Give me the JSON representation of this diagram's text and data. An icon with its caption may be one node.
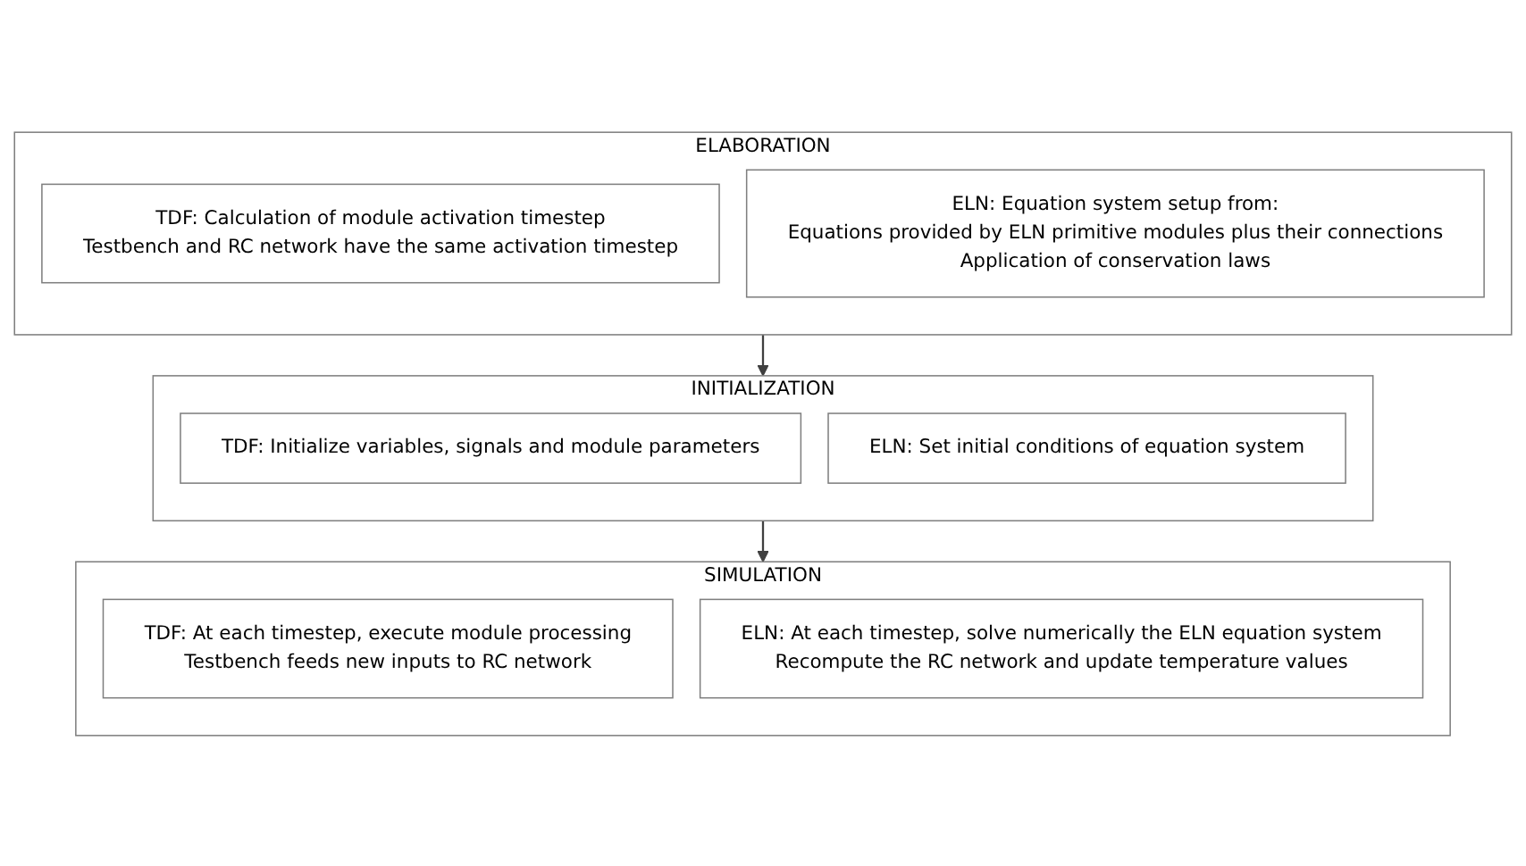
{
  "diagram": {
    "nodes": [
      {
        "text": [
          "ELABORATION"
        ]
      },
      {
        "text": [
          "TDF: Calculation of module activation timestep",
          "Testbench and RC network have the same activation timestep"
        ],
        "in": 0
      },
      {
        "text": [
          "ELN: Equation system setup from:",
          "Equations provided by ELN primitive modules plus their connections",
          "Application of conservation laws"
        ],
        "in": 0
      },
      {
        "text": [
          "INITIALIZATION"
        ]
      },
      {
        "text": [
          "TDF: Initialize variables, signals and module parameters"
        ],
        "in": 3
      },
      {
        "text": [
          "ELN: Set initial conditions of equation system"
        ],
        "in": 3
      },
      {
        "text": [
          "SIMULATION"
        ]
      },
      {
        "text": [
          "TDF: At each timestep, execute module processing",
          "Testbench feeds new inputs to RC network"
        ],
        "in": 6
      },
      {
        "text": [
          "ELN: At each timestep, solve numerically the ELN equation system",
          "Recompute the RC network and update temperature values"
        ],
        "in": 6
      }
    ],
    "edges": [
      {
        "from": 0,
        "to": 3,
        "arrow": "to"
      },
      {
        "from": 3,
        "to": 6,
        "arrow": "to"
      }
    ]
  }
}
